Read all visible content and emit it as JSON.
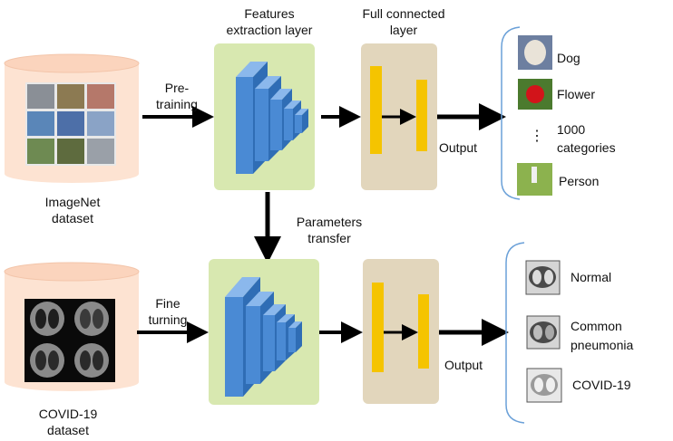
{
  "top": {
    "dataset_label": [
      "ImageNet",
      "dataset"
    ],
    "arrow_label": [
      "Pre-",
      "training"
    ],
    "features_label": [
      "Features",
      "extraction layer"
    ],
    "fc_label": [
      "Full connected",
      "layer"
    ],
    "output_label": "Output",
    "classes": [
      "Dog",
      "Flower",
      "1000",
      "categories",
      "Person"
    ],
    "ellipsis": "⋮"
  },
  "middle": {
    "transfer_label": [
      "Parameters",
      "transfer"
    ]
  },
  "bottom": {
    "dataset_label": [
      "COVID-19",
      "dataset"
    ],
    "arrow_label": [
      "Fine",
      "turning"
    ],
    "output_label": "Output",
    "classes": [
      "Normal",
      "Common",
      "pneumonia",
      "COVID-19"
    ]
  },
  "colors": {
    "cylinder": "#fde3d2",
    "features_box": "#d8e8b0",
    "fc_box": "#e2d6bc",
    "block_front": "#4a8ad4",
    "block_top": "#8bb8ec",
    "block_side": "#2f6db5",
    "fc_bar": "#f5c400",
    "arrow": "#000000",
    "bracket": "#6aa0d8"
  }
}
